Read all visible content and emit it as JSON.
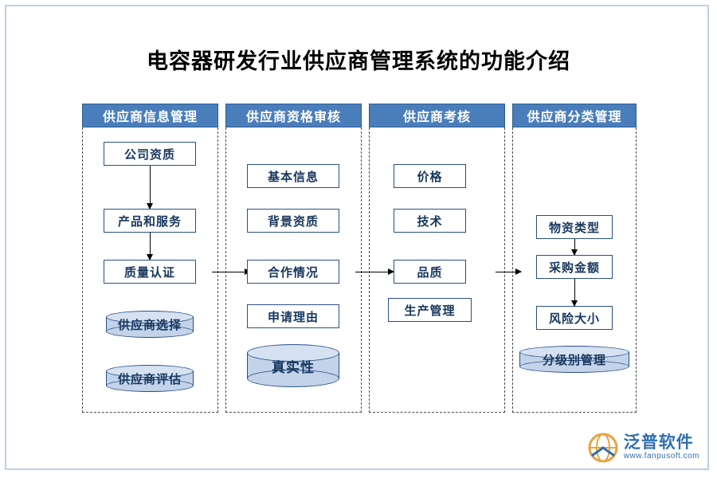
{
  "page": {
    "title": "电容器研发行业供应商管理系统的功能介绍",
    "brand": {
      "cn": "泛普软件",
      "en": "www.fanpusoft.com"
    }
  },
  "diagram": {
    "type": "flow-columns",
    "columns": [
      {
        "header": "供应商信息管理",
        "nodes": [
          {
            "label": "公司资质",
            "shape": "box"
          },
          {
            "label": "产品和服务",
            "shape": "box"
          },
          {
            "label": "质量认证",
            "shape": "box"
          },
          {
            "label": "供应商选择",
            "shape": "cylinder"
          },
          {
            "label": "供应商评估",
            "shape": "cylinder"
          }
        ]
      },
      {
        "header": "供应商资格审核",
        "nodes": [
          {
            "label": "基本信息",
            "shape": "box"
          },
          {
            "label": "背景资质",
            "shape": "box"
          },
          {
            "label": "合作情况",
            "shape": "box"
          },
          {
            "label": "申请理由",
            "shape": "box"
          },
          {
            "label": "真实性",
            "shape": "cylinder"
          }
        ]
      },
      {
        "header": "供应商考核",
        "nodes": [
          {
            "label": "价格",
            "shape": "box"
          },
          {
            "label": "技术",
            "shape": "box"
          },
          {
            "label": "品质",
            "shape": "box"
          },
          {
            "label": "生产管理",
            "shape": "box"
          }
        ]
      },
      {
        "header": "供应商分类管理",
        "nodes": [
          {
            "label": "物资类型",
            "shape": "box"
          },
          {
            "label": "采购金额",
            "shape": "box"
          },
          {
            "label": "风险大小",
            "shape": "box"
          },
          {
            "label": "分级别管理",
            "shape": "cylinder"
          }
        ]
      }
    ]
  },
  "colors": {
    "header_bg": "#4a7ebb",
    "header_text": "#ffffff",
    "box_border": "#2a4f86",
    "box_text": "#17365d",
    "cylinder_fill": "#c3d3ea",
    "frame_border": "#bfcfe4",
    "brand": "#2f6fae"
  }
}
